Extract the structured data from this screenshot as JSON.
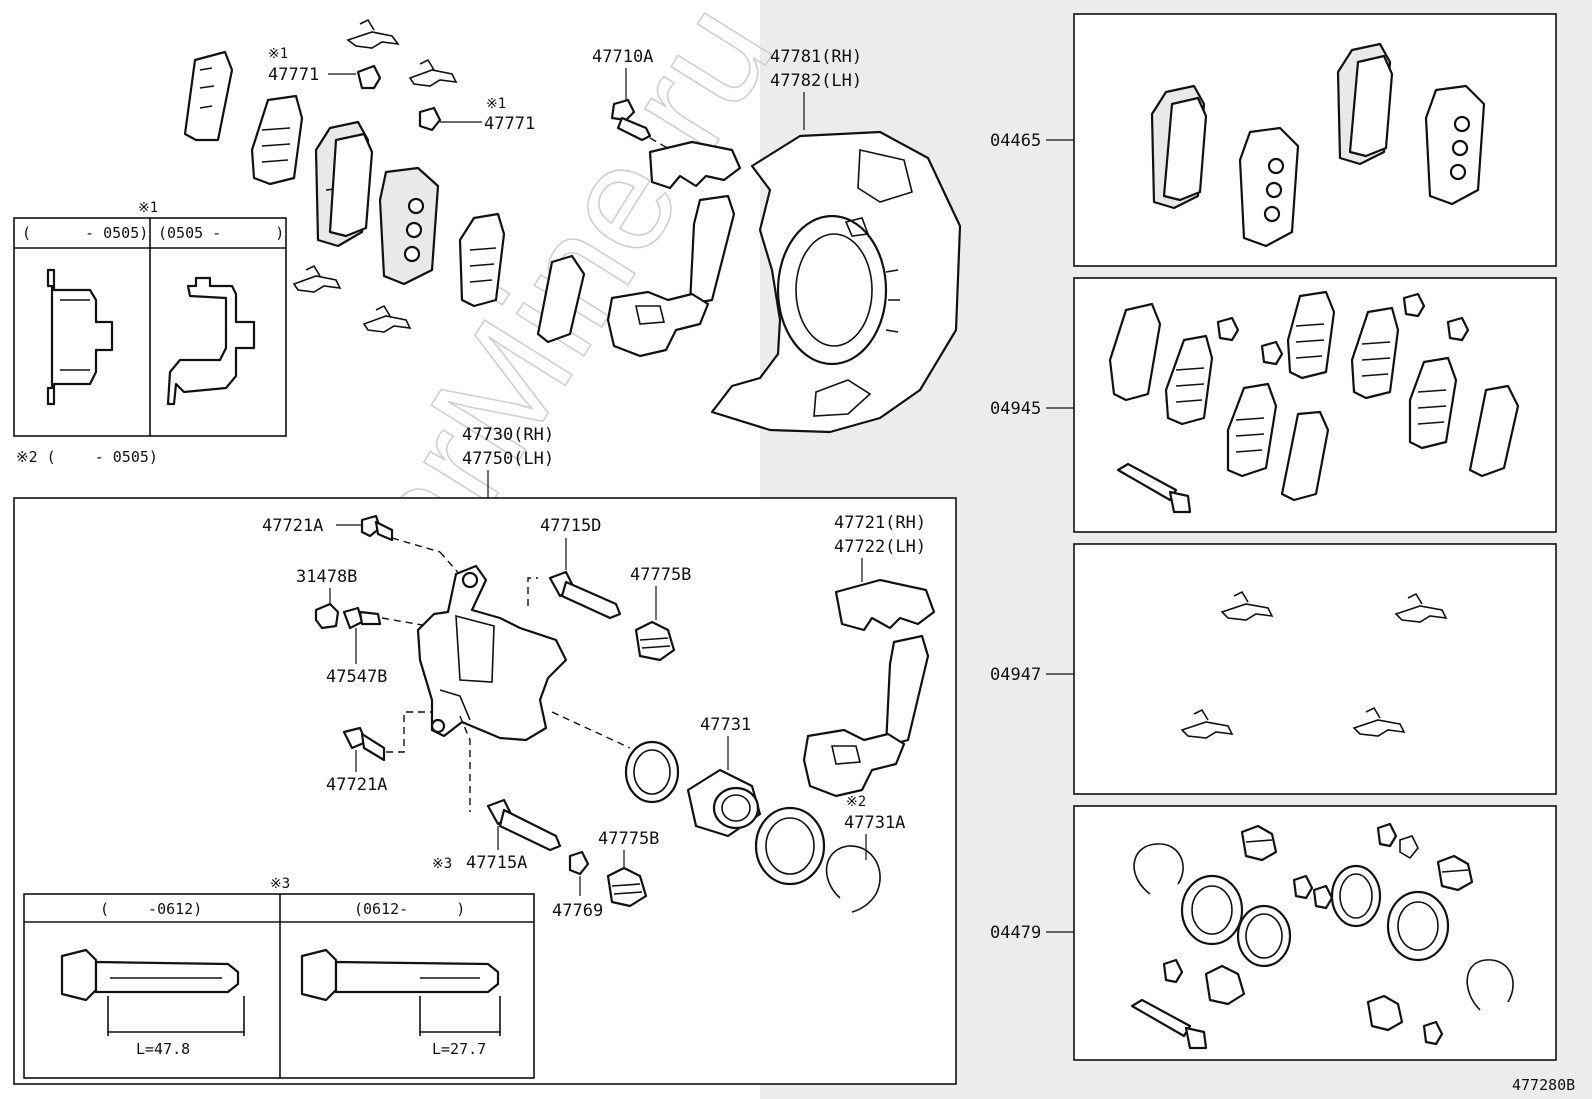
{
  "labels": {
    "p47771a": "47771",
    "p47771b": "47771",
    "mark1a": "※1",
    "mark1b": "※1",
    "mark1c": "※1",
    "p47710A": "47710A",
    "p47781": "47781(RH)",
    "p47782": "47782(LH)",
    "kit04465": "04465",
    "kit04945": "04945",
    "kit04947": "04947",
    "kit04479": "04479",
    "p47730": "47730(RH)",
    "p47750": "47750(LH)",
    "p47721A_top": "47721A",
    "p31478B": "31478B",
    "p47547B": "47547B",
    "p47721A_bot": "47721A",
    "p47715D": "47715D",
    "p47775B_top": "47775B",
    "p47775B_bot": "47775B",
    "p47721": "47721(RH)",
    "p47722": "47722(LH)",
    "p47731": "47731",
    "mark2": "※2",
    "p47731A": "47731A",
    "mark3a": "※3",
    "p47715A": "47715A",
    "p47769": "47769",
    "mark3b": "※3",
    "note2": "※2 (　　 - 0505)",
    "diagram_code": "477280B"
  },
  "inset1": {
    "col1": "(　　　 - 0505)",
    "col2": "(0505 - 　　　)"
  },
  "inset3": {
    "col1": "(　　 -0612)",
    "col2": "(0612- 　　 )",
    "len1": "L=47.8",
    "len2": "L=27.7"
  },
  "watermark": "ToyotaCarMine.ru"
}
